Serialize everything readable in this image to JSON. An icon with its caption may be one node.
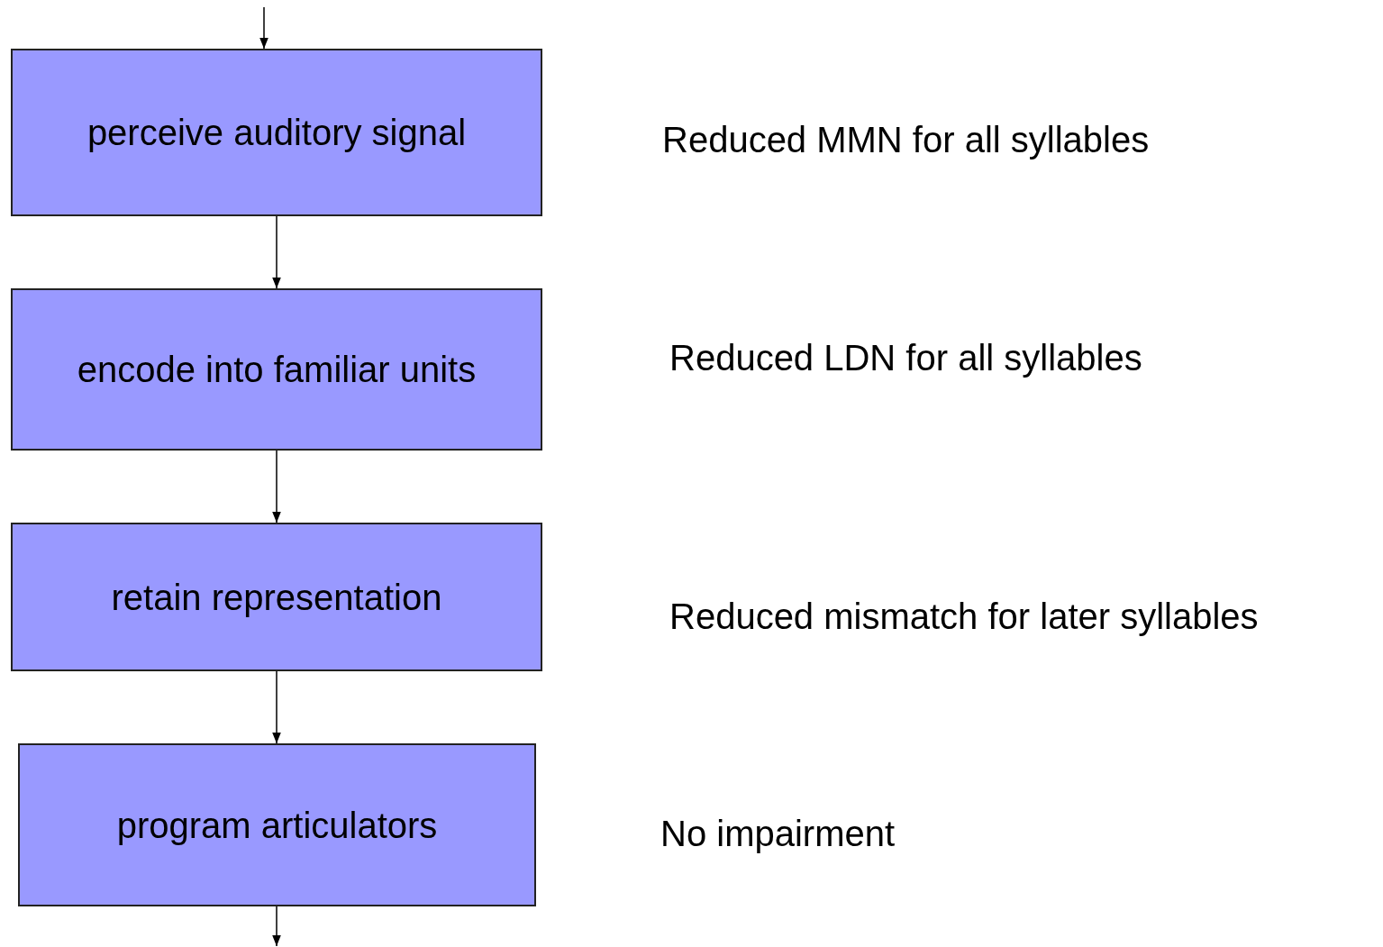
{
  "diagram": {
    "nodes": [
      {
        "text": [
          "perceive auditory signal"
        ]
      },
      {
        "text": [
          "encode into familiar units"
        ]
      },
      {
        "text": [
          "retain representation"
        ]
      },
      {
        "text": [
          "program articulators"
        ]
      }
    ],
    "edges": [
      {
        "from": null,
        "to": 0,
        "arrow": "to"
      },
      {
        "from": 0,
        "to": 1,
        "arrow": "to"
      },
      {
        "from": 1,
        "to": 2,
        "arrow": "to"
      },
      {
        "from": 2,
        "to": 3,
        "arrow": "to"
      },
      {
        "from": 3,
        "to": null,
        "arrow": "to"
      }
    ],
    "labels": [
      "Reduced MMN for all syllables",
      "Reduced LDN for all syllables",
      "Reduced mismatch for later syllables",
      "No impairment"
    ]
  }
}
